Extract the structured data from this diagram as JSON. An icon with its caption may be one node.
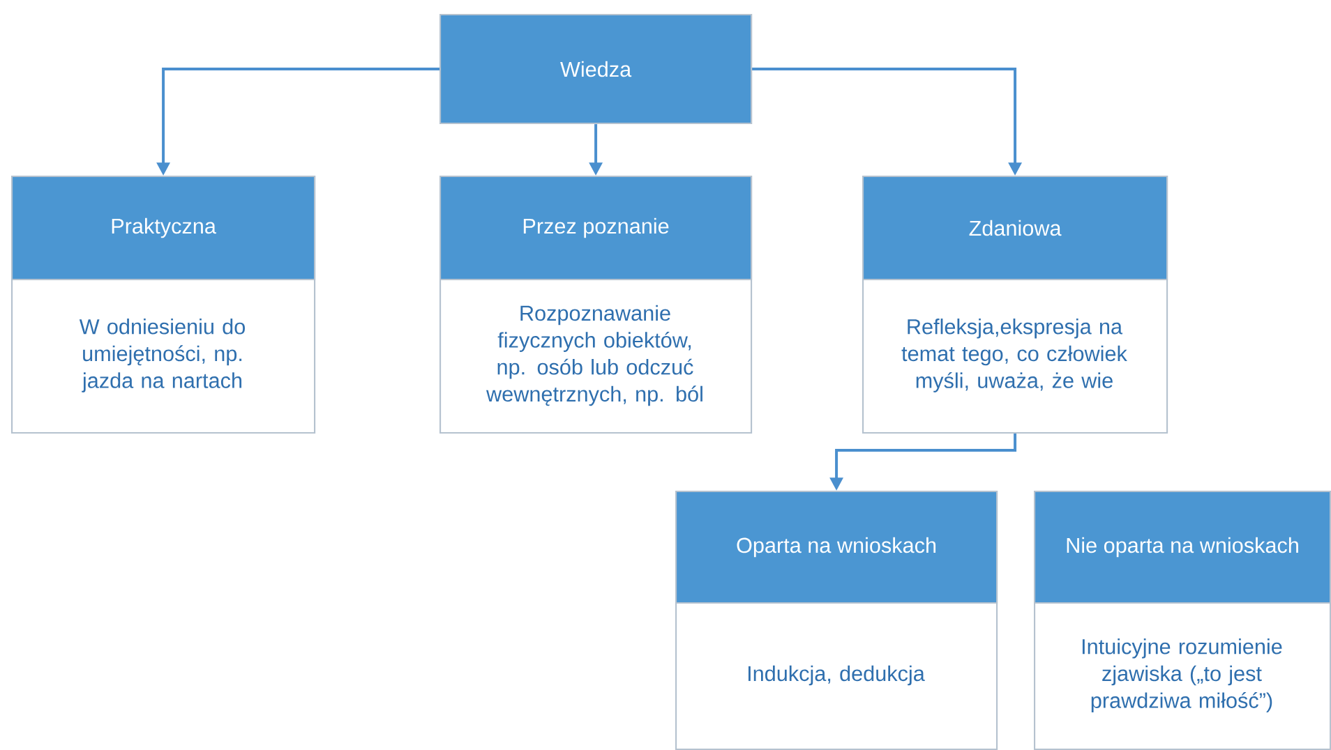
{
  "diagram": {
    "nodes": [
      {
        "text": [
          "Wiedza"
        ]
      },
      {
        "text": [
          "Praktyczna",
          "W odniesieniu do umiejętności, np. jazda na nartach"
        ]
      },
      {
        "text": [
          "Przez poznanie",
          "Rozpoznawanie fizycznych obiektów, np. osób lub odczuć wewnętrznych, np. ból"
        ]
      },
      {
        "text": [
          "Zdaniowa",
          "Refleksja,ekspresja na temat tego, co człowiek myśli, uważa, że wie"
        ]
      },
      {
        "text": [
          "Oparta na wnioskach",
          "Indukcja, dedukcja"
        ]
      },
      {
        "text": [
          "Nie oparta na wnioskach",
          "Intuicyjne rozumienie zjawiska („to jest prawdziwa miłość”)"
        ]
      }
    ],
    "edges": [
      {
        "from": 0,
        "to": 1,
        "arrow": "to"
      },
      {
        "from": 0,
        "to": 2,
        "arrow": "to"
      },
      {
        "from": 0,
        "to": 3,
        "arrow": "to"
      },
      {
        "from": 3,
        "to": 4,
        "arrow": "to"
      }
    ]
  }
}
